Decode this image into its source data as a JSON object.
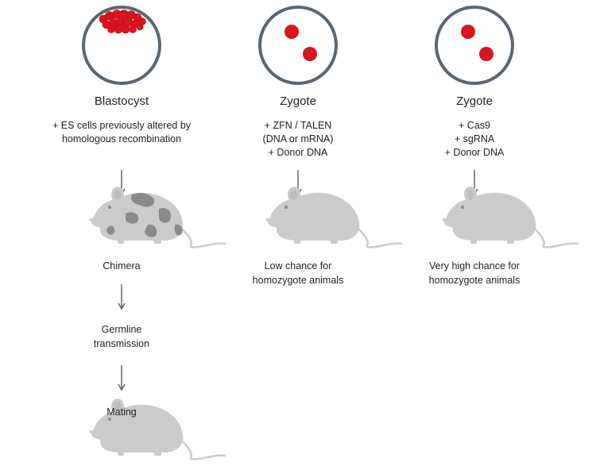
{
  "diagram": {
    "columns": [
      {
        "title": "Blastocyst",
        "description": [
          "+ ES cells previously altered by",
          "homologous recombination"
        ],
        "steps": [
          "Chimera",
          "Germline",
          "transmission",
          "Mating"
        ]
      },
      {
        "title": "Zygote",
        "description": [
          "+ ZFN / TALEN",
          "(DNA or mRNA)",
          "+ Donor DNA"
        ],
        "outcome": [
          "Low chance for",
          "homozygote animals"
        ]
      },
      {
        "title": "Zygote",
        "description": [
          "+ Cas9",
          "+ sgRNA",
          "+ Donor DNA"
        ],
        "outcome": [
          "Very high chance for",
          "homozygote animals"
        ]
      }
    ]
  },
  "colors": {
    "cell_ring": "#5a6670",
    "embryo_red": "#d9141f",
    "mouse_gray": "#cbcbcb",
    "chimera_patch": "#8a8a8a",
    "arrow": "#5a6670",
    "text": "#222222"
  }
}
